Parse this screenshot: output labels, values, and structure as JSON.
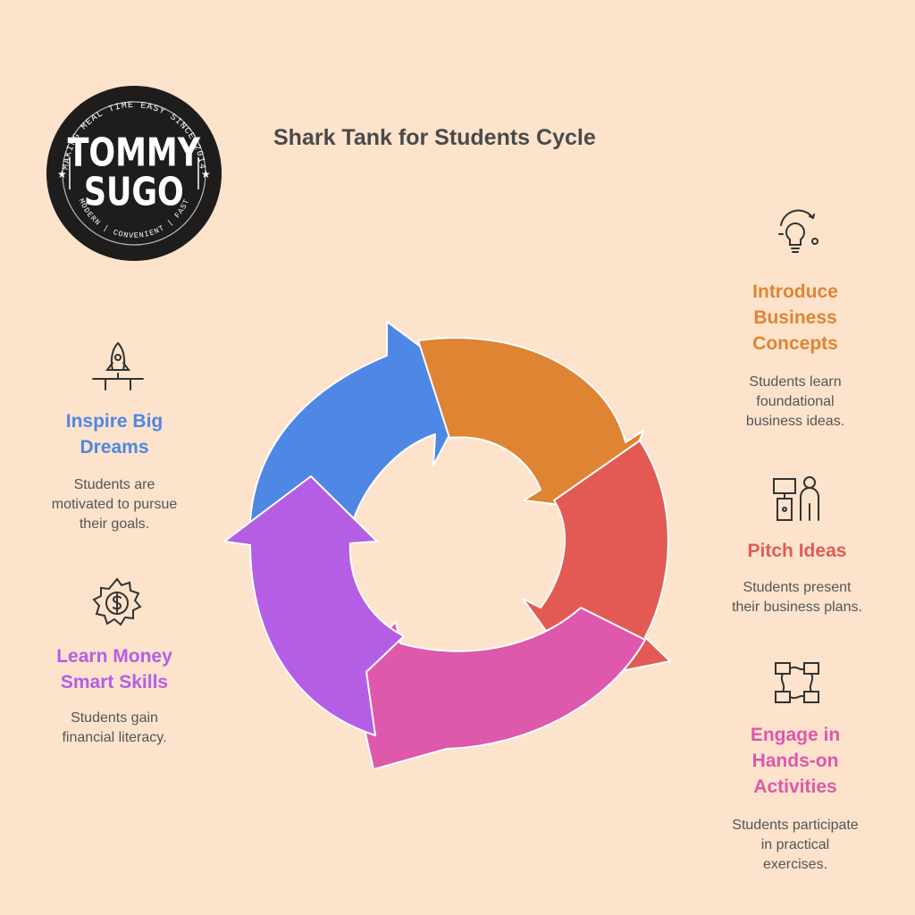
{
  "title": "Shark Tank for Students Cycle",
  "logo": {
    "name": "TOMMY\nSUGO",
    "top_arc": "MAKING MEAL TIME EASY SINCE 2014",
    "bottom_arc": "MODERN | CONVENIENT | FAST"
  },
  "colors": {
    "background": "#fde3cc",
    "blue": "#4f87e4",
    "orange": "#df8432",
    "red": "#e35a55",
    "pink": "#de58ab",
    "purple": "#b45ee6"
  },
  "steps": [
    {
      "key": "introduce",
      "title": "Introduce\nBusiness\nConcepts",
      "desc": "Students learn\nfoundational\nbusiness ideas.",
      "color": "#df8432",
      "icon": "lightbulb-icon"
    },
    {
      "key": "pitch",
      "title": "Pitch Ideas",
      "desc": "Students present\ntheir business plans.",
      "color": "#e35a55",
      "icon": "presenter-podium-icon"
    },
    {
      "key": "engage",
      "title": "Engage in\nHands-on\nActivities",
      "desc": "Students participate\nin practical\nexercises.",
      "color": "#de58ab",
      "icon": "hands-together-icon"
    },
    {
      "key": "learn",
      "title": "Learn Money\nSmart Skills",
      "desc": "Students gain\nfinancial literacy.",
      "color": "#b45ee6",
      "icon": "dollar-gear-icon"
    },
    {
      "key": "inspire",
      "title": "Inspire Big\nDreams",
      "desc": "Students are\nmotivated to pursue\ntheir goals.",
      "color": "#4f87e4",
      "icon": "rocket-launch-icon"
    }
  ]
}
